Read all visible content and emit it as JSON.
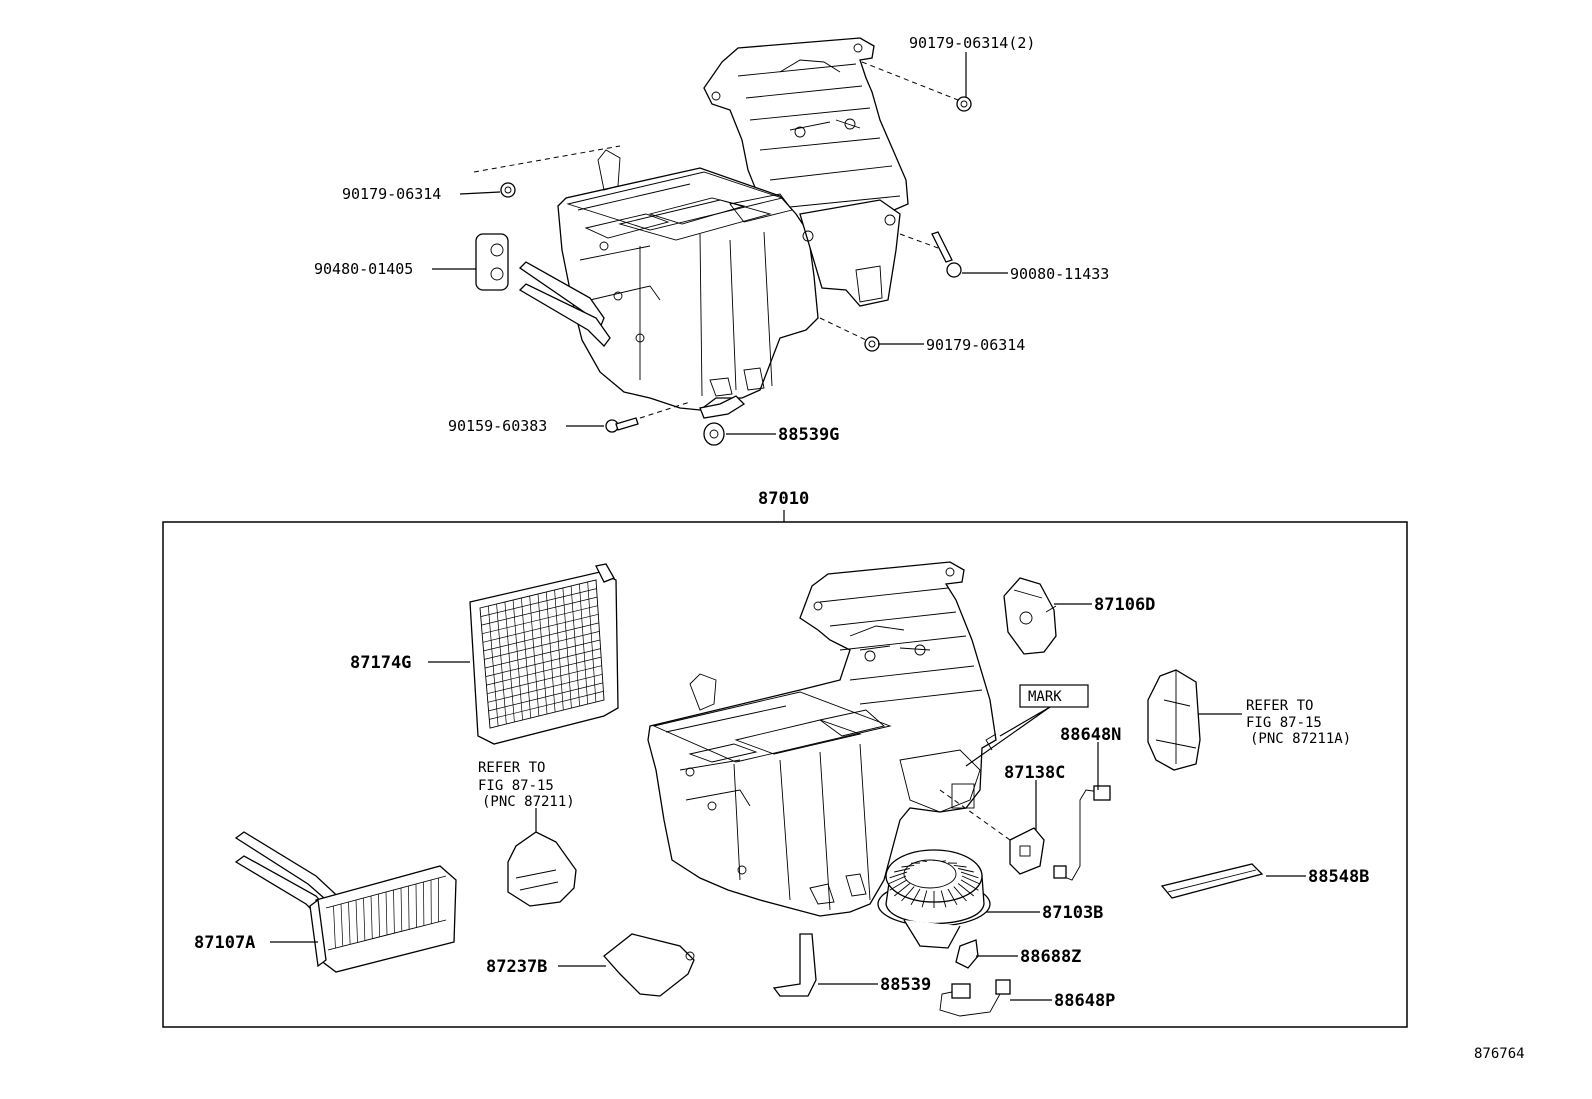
{
  "assembly_label": "87010",
  "figure_number": "876764",
  "upper_callouts": {
    "bolt_top_right": "90179-06314(2)",
    "nut_left": "90179-06314",
    "grommet": "90480-01405",
    "bolt_right": "90080-11433",
    "nut_lower_right": "90179-06314",
    "screw_bottom": "90159-60383",
    "drain_clip": "88539G"
  },
  "lower_callouts": {
    "filter": "87174G",
    "actuator": "87106D",
    "mark_box": "MARK",
    "servo_88648N": "88648N",
    "resistor": "87138C",
    "heater_core": "87107A",
    "blower_motor": "87103B",
    "sensor_88548B": "88548B",
    "duct_87237B": "87237B",
    "drain_hose": "88539",
    "clip_88688Z": "88688Z",
    "harness_88648P": "88648P"
  },
  "refer_notes": {
    "left": [
      "REFER TO",
      "FIG 87-15",
      "(PNC 87211)"
    ],
    "right": [
      "REFER TO",
      "FIG 87-15",
      "(PNC 87211A)"
    ]
  }
}
